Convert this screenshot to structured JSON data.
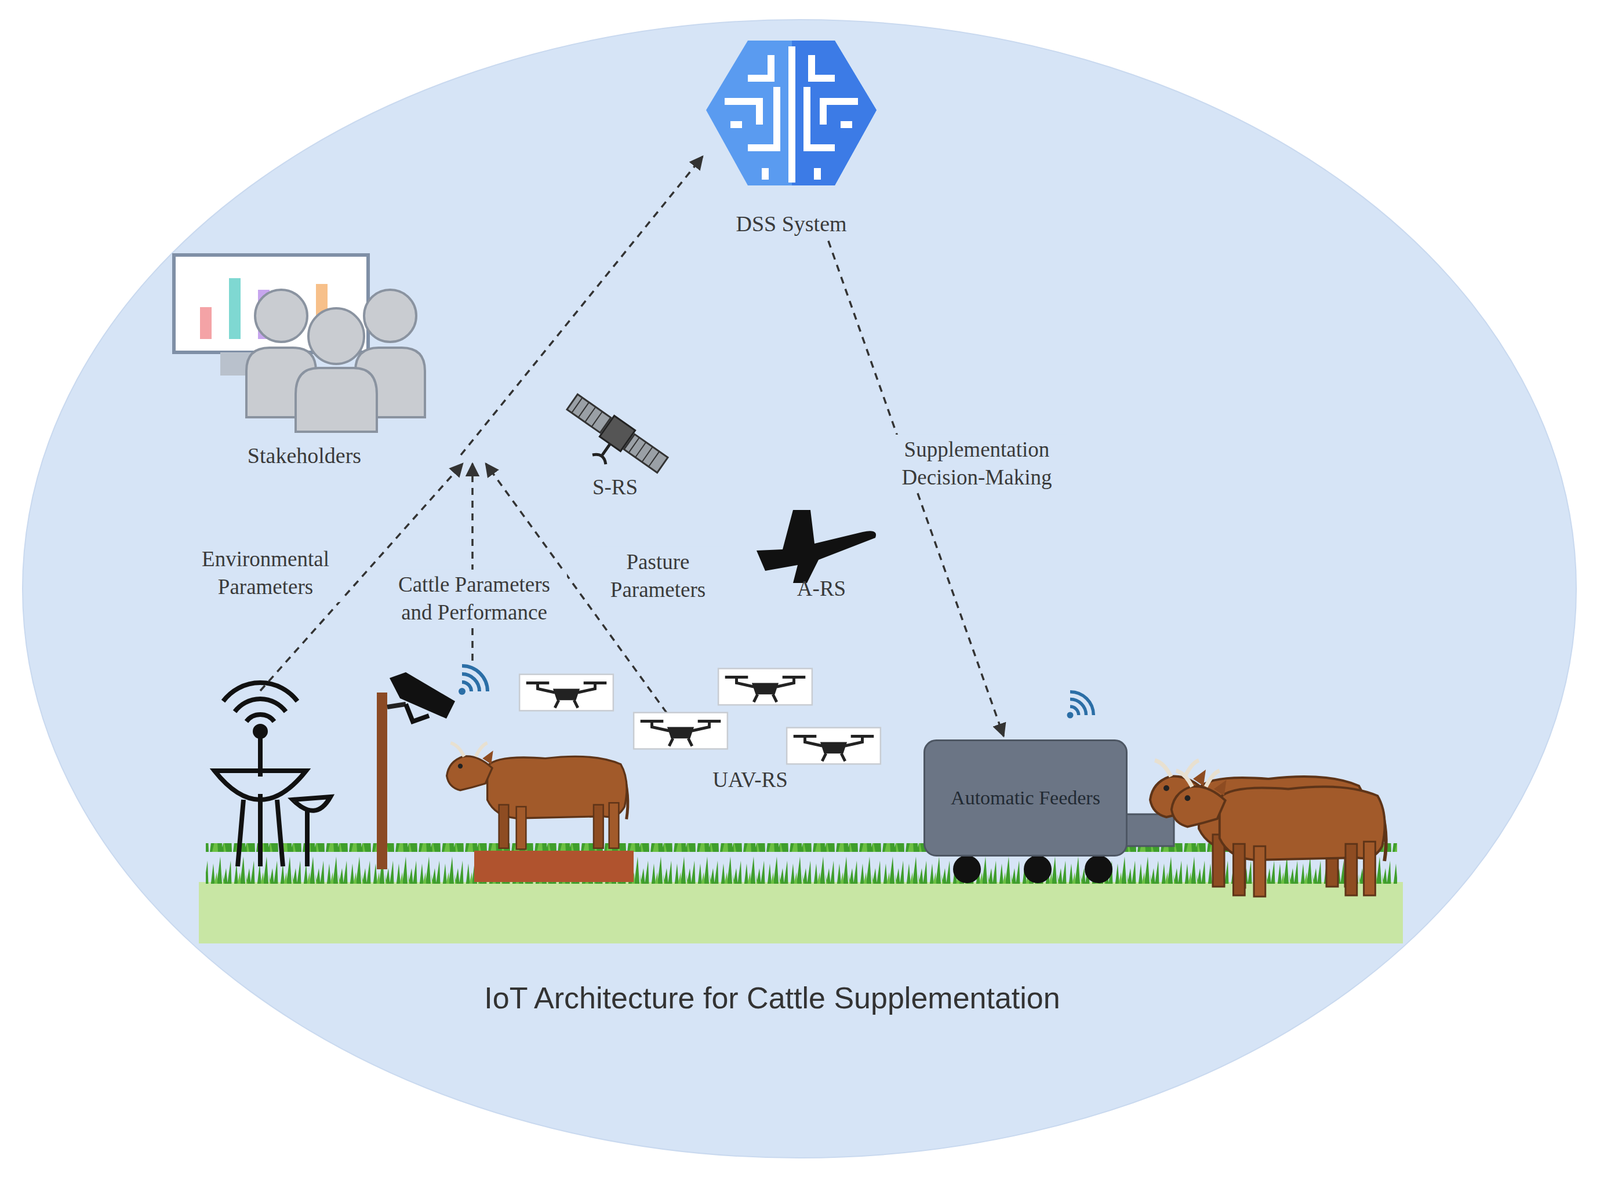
{
  "diagram": {
    "caption": "IoT Architecture for Cattle Supplementation",
    "nodes": [
      {
        "text": [
          "DSS System"
        ]
      },
      {
        "text": [
          "Stakeholders"
        ]
      },
      {
        "text": [
          "Automatic Feeders"
        ]
      }
    ],
    "edges": [
      {
        "from": 0,
        "to": 2,
        "arrow": "to",
        "label": "Supplementation Decision-Making"
      }
    ],
    "labels": [
      "Environmental Parameters",
      "Cattle Parameters and Performance",
      "Pasture Parameters",
      "S-RS",
      "A-RS",
      "UAV-RS"
    ]
  }
}
